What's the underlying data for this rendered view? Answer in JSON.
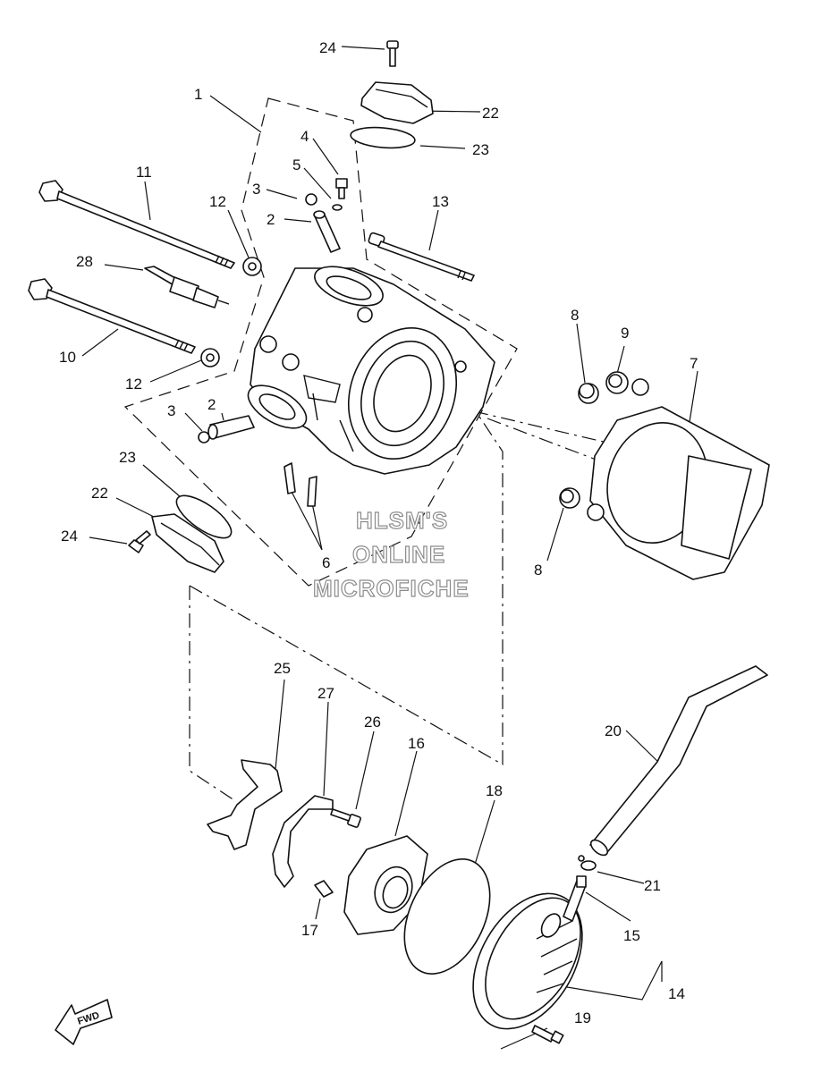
{
  "watermark": {
    "line1": "HLSM'S",
    "line2": "ONLINE",
    "line3": "MICROFICHE"
  },
  "direction_arrow": {
    "label": "FWD",
    "icon": "fwd-arrow-icon"
  },
  "callouts": {
    "c1": "1",
    "c2a": "2",
    "c2b": "2",
    "c3a": "3",
    "c3b": "3",
    "c4": "4",
    "c5": "5",
    "c6": "6",
    "c7": "7",
    "c8a": "8",
    "c8b": "8",
    "c9": "9",
    "c10": "10",
    "c11": "11",
    "c12a": "12",
    "c12b": "12",
    "c13": "13",
    "c14": "14",
    "c15": "15",
    "c16": "16",
    "c17": "17",
    "c18": "18",
    "c19": "19",
    "c20": "20",
    "c21": "21",
    "c22a": "22",
    "c22b": "22",
    "c23a": "23",
    "c23b": "23",
    "c24a": "24",
    "c24b": "24",
    "c25": "25",
    "c26": "26",
    "c27": "27",
    "c28": "28"
  }
}
